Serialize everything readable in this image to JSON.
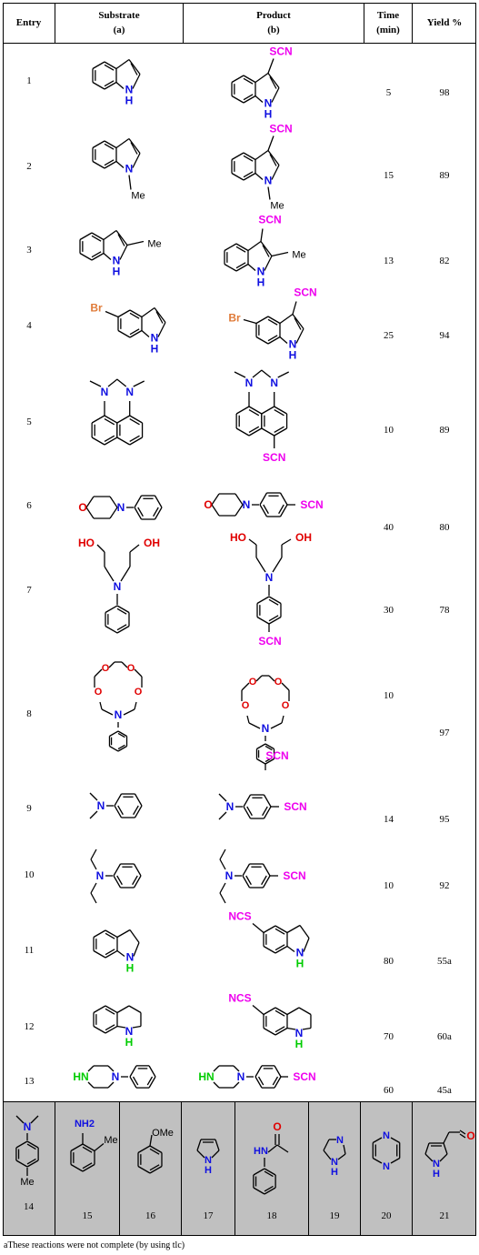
{
  "headers": {
    "entry": "Entry",
    "substrate": "Substrate",
    "substrate_sub": "(a)",
    "product": "Product",
    "product_sub": "(b)",
    "time": "Time",
    "time_sub": "(min)",
    "yield": "Yield %"
  },
  "rows": [
    {
      "entry": "1",
      "time": "5",
      "yield": "98"
    },
    {
      "entry": "2",
      "time": "15",
      "yield": "89"
    },
    {
      "entry": "3",
      "time": "13",
      "yield": "82"
    },
    {
      "entry": "4",
      "time": "25",
      "yield": "94"
    },
    {
      "entry": "5",
      "time": "10",
      "yield": "89"
    },
    {
      "entry": "6",
      "time": "40",
      "yield": "80"
    },
    {
      "entry": "7",
      "time": "30",
      "yield": "78"
    },
    {
      "entry": "8",
      "time": "10",
      "yield": "97"
    },
    {
      "entry": "9",
      "time": "14",
      "yield": "95"
    },
    {
      "entry": "10",
      "time": "10",
      "yield": "92"
    },
    {
      "entry": "11",
      "time": "80",
      "yield": "55a"
    },
    {
      "entry": "12",
      "time": "70",
      "yield": "60a"
    },
    {
      "entry": "13",
      "time": "60",
      "yield": "45a"
    }
  ],
  "unreactive": [
    "14",
    "15",
    "16",
    "17",
    "18",
    "19",
    "20",
    "21"
  ],
  "atoms": {
    "N": "N",
    "H": "H",
    "NH": "NH",
    "HN": "HN",
    "SCN": "SCN",
    "NCS": "NCS",
    "Me": "Me",
    "Br": "Br",
    "O": "O",
    "OH": "OH",
    "HO": "HO",
    "NH2": "NH2",
    "OMe": "OMe"
  },
  "footnote": "aThese reactions were not complete (by using tlc)",
  "colors": {
    "nitrogen": "#1010e0",
    "oxygen": "#e00000",
    "thiocyanate": "#ee00ee",
    "bromine": "#e07b39",
    "nh_hydrogen": "#00cc00",
    "footer_bg": "#c0c0c0"
  }
}
